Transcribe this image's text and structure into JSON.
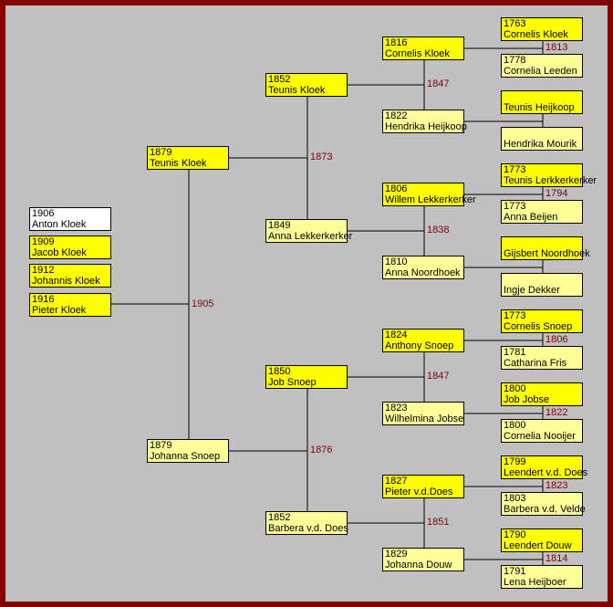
{
  "children": [
    {
      "year": "1906",
      "name": "Anton Kloek",
      "sex": "w"
    },
    {
      "year": "1909",
      "name": "Jacob Kloek",
      "sex": "m"
    },
    {
      "year": "1912",
      "name": "Johannis Kloek",
      "sex": "m"
    },
    {
      "year": "1916",
      "name": "Pieter Kloek",
      "sex": "m"
    }
  ],
  "generations": [
    [
      {
        "year": "1879",
        "name": "Teunis Kloek",
        "sex": "m"
      },
      {
        "year": "1879",
        "name": "Johanna Snoep",
        "sex": "f"
      }
    ],
    [
      {
        "year": "1852",
        "name": "Teunis Kloek",
        "sex": "m"
      },
      {
        "year": "1849",
        "name": "Anna Lekkerkerker",
        "sex": "f"
      },
      {
        "year": "1850",
        "name": "Job Snoep",
        "sex": "m"
      },
      {
        "year": "1852",
        "name": "Barbera v.d. Does",
        "sex": "f"
      }
    ],
    [
      {
        "year": "1816",
        "name": "Cornelis Kloek",
        "sex": "m"
      },
      {
        "year": "1822",
        "name": "Hendrika Heijkoop",
        "sex": "f"
      },
      {
        "year": "1806",
        "name": "Willem Lekkerkerker",
        "sex": "m"
      },
      {
        "year": "1810",
        "name": "Anna Noordhoek",
        "sex": "f"
      },
      {
        "year": "1824",
        "name": "Anthony Snoep",
        "sex": "m"
      },
      {
        "year": "1823",
        "name": "Wilhelmina Jobse",
        "sex": "f"
      },
      {
        "year": "1827",
        "name": "Pieter v.d.Does",
        "sex": "m"
      },
      {
        "year": "1829",
        "name": "Johanna Douw",
        "sex": "f"
      }
    ],
    [
      {
        "year": "1763",
        "name": "Cornelis Kloek",
        "sex": "m"
      },
      {
        "year": "1778",
        "name": "Cornelia Leeden",
        "sex": "f"
      },
      {
        "year": "",
        "name": "Teunis Heijkoop",
        "sex": "m"
      },
      {
        "year": "",
        "name": "Hendrika Mourik",
        "sex": "f"
      },
      {
        "year": "1773",
        "name": "Teunis Lerkkerkerker",
        "sex": "m"
      },
      {
        "year": "1773",
        "name": "Anna Beijen",
        "sex": "f"
      },
      {
        "year": "",
        "name": "Gijsbert Noordhoek",
        "sex": "m"
      },
      {
        "year": "",
        "name": "Ingje Dekker",
        "sex": "f"
      },
      {
        "year": "1773",
        "name": "Cornelis Snoep",
        "sex": "m"
      },
      {
        "year": "1781",
        "name": "Catharina Fris",
        "sex": "f"
      },
      {
        "year": "1800",
        "name": "Job Jobse",
        "sex": "m"
      },
      {
        "year": "1800",
        "name": "Cornelia Nooijer",
        "sex": "f"
      },
      {
        "year": "1799",
        "name": "Leendert v.d. Does",
        "sex": "m"
      },
      {
        "year": "1803",
        "name": "Barbera v.d. Velde",
        "sex": "f"
      },
      {
        "year": "1790",
        "name": "Leendert  Douw",
        "sex": "m"
      },
      {
        "year": "1791",
        "name": "Lena Heijboer",
        "sex": "f"
      }
    ]
  ],
  "marriages": [
    [
      "1905"
    ],
    [
      "1873",
      "1876"
    ],
    [
      "1847",
      "1838",
      "1847",
      "1851"
    ],
    [
      "1813",
      "",
      "1794",
      "",
      "1806",
      "1822",
      "1823",
      "1814"
    ]
  ]
}
